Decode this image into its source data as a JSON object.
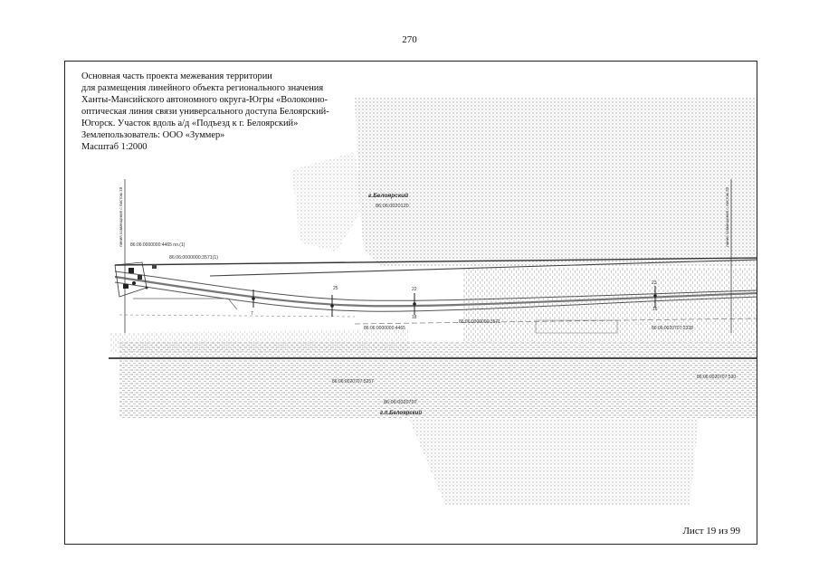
{
  "page_number": "270",
  "title_lines": [
    "Основная часть проекта межевания территории",
    "для размещения линейного объекта регионального значения",
    "Ханты-Мансийского автономного округа-Югры «Волоконно-",
    "оптическая линия связи универсального доступа Белоярский-",
    "Югорск. Участок вдоль а/д «Подъезд к г. Белоярский»",
    "Землепользователь: ООО «Зуммер»",
    "Масштаб 1:2000"
  ],
  "sheet": "Лист 19 из 99",
  "map_labels": {
    "city_top": "г.Белоярский",
    "city_top_id": "86:06:0020120",
    "city_bottom": "г.п.Белоярский",
    "city_bottom_id": "86:06:0020707",
    "parcel_main": "86:06:0000000:3571(1)",
    "parcel_left": "86:06:0000000:4465 пл.(1)",
    "parcel_mid": "86:06:0000000:4465",
    "parcel_mid2": "86:06:0000000:3571",
    "parcel_right": "86:06:0020707:2328",
    "parcel_bottom": "86:06:0020707:5257",
    "parcel_bottom_right": "86:06:0020707:530",
    "vertical_left": "линия совмещения с листом 18",
    "vertical_right": "линия совмещения с листом 20",
    "pk_markers": [
      "25",
      "22",
      "23"
    ],
    "pk_markers_low": [
      "7",
      "18",
      "16"
    ]
  },
  "colors": {
    "ink": "#222222",
    "stipple": "#9a9a9a"
  }
}
